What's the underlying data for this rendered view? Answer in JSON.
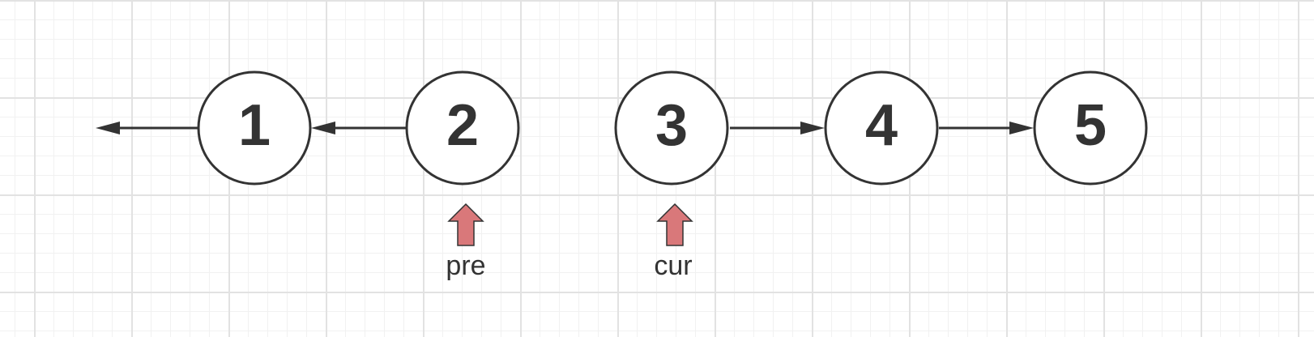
{
  "nodes": [
    {
      "label": "1"
    },
    {
      "label": "2"
    },
    {
      "label": "3"
    },
    {
      "label": "4"
    },
    {
      "label": "5"
    }
  ],
  "pointers": {
    "pre": {
      "label": "pre",
      "color": "#d9787a"
    },
    "cur": {
      "label": "cur",
      "color": "#d9787a"
    }
  }
}
